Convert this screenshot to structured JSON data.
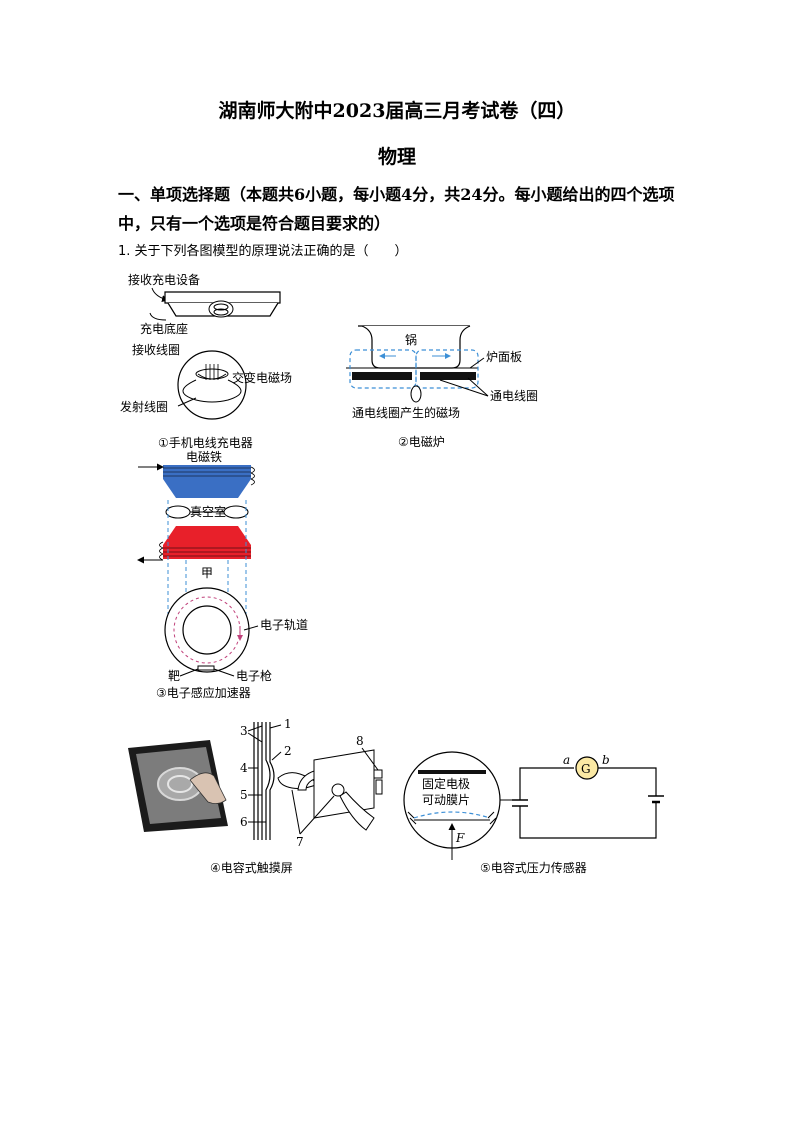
{
  "header": {
    "title": "湖南师大附中2023届高三月考试卷（四）",
    "subject": "物理"
  },
  "section": {
    "heading": "一、单项选择题（本题共6小题，每小题4分，共24分。每小题给出的四个选项中，只有一个选项是符合题目要求的）"
  },
  "question1": {
    "stem": "1. 关于下列各图模型的原理说法正确的是（　　）"
  },
  "figure1": {
    "label_receiver": "接收充电设备",
    "label_base": "充电底座",
    "label_recv_coil": "接收线圈",
    "label_emf": "交变电磁场",
    "label_tx_coil": "发射线圈",
    "caption": "①手机电线充电器"
  },
  "figure2": {
    "label_pot": "锅",
    "label_panel": "炉面板",
    "label_coil": "通电线圈",
    "label_field": "通电线圈产生的磁场",
    "caption": "②电磁炉"
  },
  "figure3": {
    "label_magnet": "电磁铁",
    "label_vacuum": "真空室",
    "label_jia": "甲",
    "label_orbit": "电子轨道",
    "label_target": "靶",
    "label_gun": "电子枪",
    "caption": "③电子感应加速器"
  },
  "figure4": {
    "n1": "1",
    "n2": "2",
    "n3": "3",
    "n4": "4",
    "n5": "5",
    "n6": "6",
    "n7": "7",
    "n8": "8",
    "caption": "④电容式触摸屏"
  },
  "figure5": {
    "label_fixed": "固定电极",
    "label_membrane": "可动膜片",
    "label_F": "F",
    "label_G": "G",
    "label_a": "a",
    "label_b": "b",
    "caption": "⑤电容式压力传感器"
  },
  "colors": {
    "magnet_top": "#3a6fc4",
    "magnet_bottom": "#e8202a",
    "dashed_blue": "#3c8fd6",
    "orbit_dash": "#c0407a",
    "meter_fill": "#fbe9a4"
  }
}
